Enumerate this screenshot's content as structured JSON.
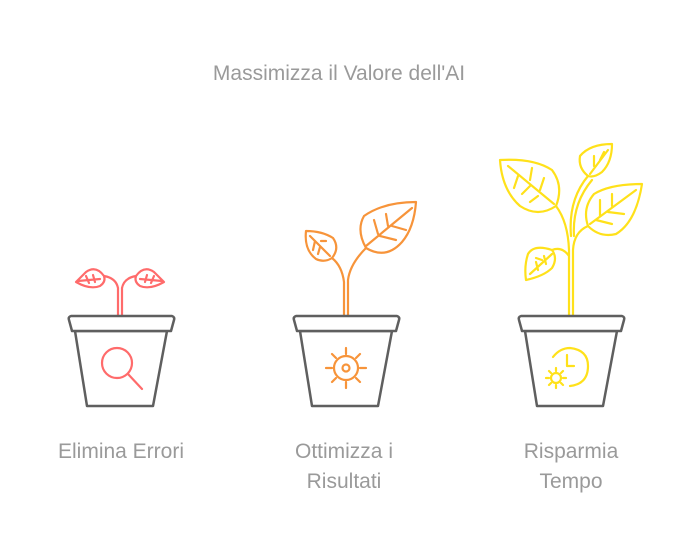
{
  "title": "Massimizza il Valore dell'AI",
  "colors": {
    "red": "#FF6B6B",
    "orange": "#F7943A",
    "yellow": "#FFE11A",
    "pot": "#5F5F5F",
    "text": "#9A9A9A"
  },
  "stages": [
    {
      "label_line1": "Elimina Errori",
      "label_line2": "",
      "icon": "magnifier-icon"
    },
    {
      "label_line1": "Ottimizza i",
      "label_line2": "Risultati",
      "icon": "gear-sun-icon"
    },
    {
      "label_line1": "Risparmia",
      "label_line2": "Tempo",
      "icon": "clock-sun-icon"
    }
  ]
}
